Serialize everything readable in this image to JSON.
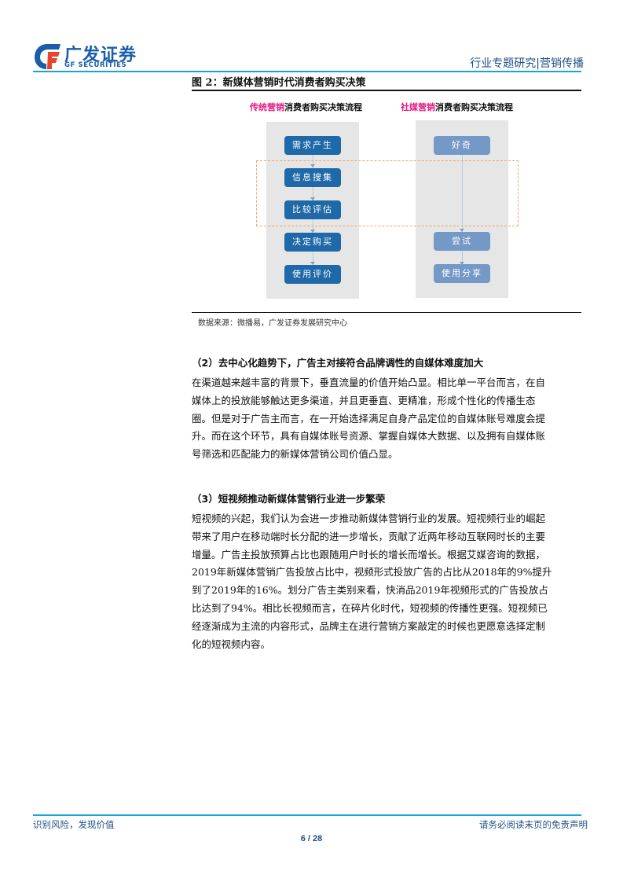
{
  "header": {
    "logo_cn": "广发证券",
    "logo_en": "GF SECURITIES",
    "report_category": "行业专题研究|营销传播",
    "accent_color": "#19a3dc"
  },
  "figure": {
    "title": "图 2：新媒体营销时代消费者购买决策",
    "left_flow": {
      "title_highlight": "传统营销",
      "title_rest": "消费者购买决策流程",
      "steps": [
        "需求产生",
        "信息搜集",
        "比较评估",
        "决定购买",
        "使用评价"
      ],
      "color": "#1f69a8"
    },
    "right_flow": {
      "title_highlight": "社媒营销",
      "title_rest": "消费者购买决策流程",
      "steps": [
        "好奇",
        "尝试",
        "使用分享"
      ],
      "color": "#7599c6"
    },
    "highlight_color": "#e6197f",
    "dashed_box_color": "#f4a46a",
    "source": "数据来源：微播易，广发证券发展研究中心"
  },
  "section2": {
    "heading": "（2）去中心化趋势下，广告主对接符合品牌调性的自媒体难度加大",
    "lines": [
      "在渠道越来越丰富的背景下，垂直流量的价值开始凸显。相比单一平台而言，在自",
      "媒体上的投放能够触达更多渠道，并且更垂直、更精准，形成个性化的传播生态",
      "圈。但是对于广告主而言，在一开始选择满足自身产品定位的自媒体账号难度会提",
      "升。而在这个环节，具有自媒体账号资源、掌握自媒体大数据、以及拥有自媒体账",
      "号筛选和匹配能力的新媒体营销公司价值凸显。"
    ]
  },
  "section3": {
    "heading": "（3）短视频推动新媒体营销行业进一步繁荣",
    "lines": [
      "短视频的兴起，我们认为会进一步推动新媒体营销行业的发展。短视频行业的崛起",
      "带来了用户在移动端时长分配的进一步增长，贡献了近两年移动互联网时长的主要",
      "增量。广告主投放预算占比也跟随用户时长的增长而增长。根据艾媒咨询的数据，",
      "2019年新媒体营销广告投放占比中，视频形式投放广告的占比从2018年的9%提升",
      "到了2019年的16%。划分广告主类别来看，快消品2019年视频形式的广告投放占",
      "比达到了94%。相比长视频而言，在碎片化时代，短视频的传播性更强。短视频已",
      "经逐渐成为主流的内容形式，品牌主在进行营销方案敲定的时候也更愿意选择定制",
      "化的短视频内容。"
    ]
  },
  "footer": {
    "left": "识别风险，发现价值",
    "right": "请务必阅读末页的免责声明",
    "page": "6 / 28"
  }
}
